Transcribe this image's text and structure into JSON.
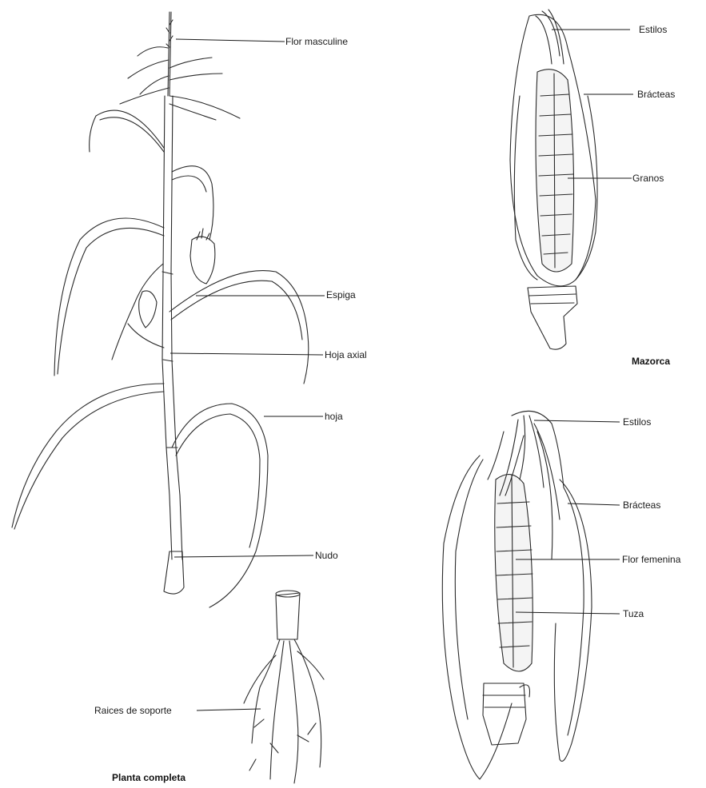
{
  "labels": {
    "flor_masculina": "Flor masculine",
    "espiga": "Espiga",
    "hoja_axial": "Hoja axial",
    "hoja": "hoja",
    "nudo": "Nudo",
    "raices_soporte": "Raices de soporte",
    "estilos_top": "Estilos",
    "bracteas_top": "Brácteas",
    "granos": "Granos",
    "estilos_bottom": "Estilos",
    "bracteas_bottom": "Brácteas",
    "flor_femenina": "Flor femenina",
    "tuza": "Tuza"
  },
  "captions": {
    "planta_completa": "Planta completa",
    "mazorca": "Mazorca"
  }
}
